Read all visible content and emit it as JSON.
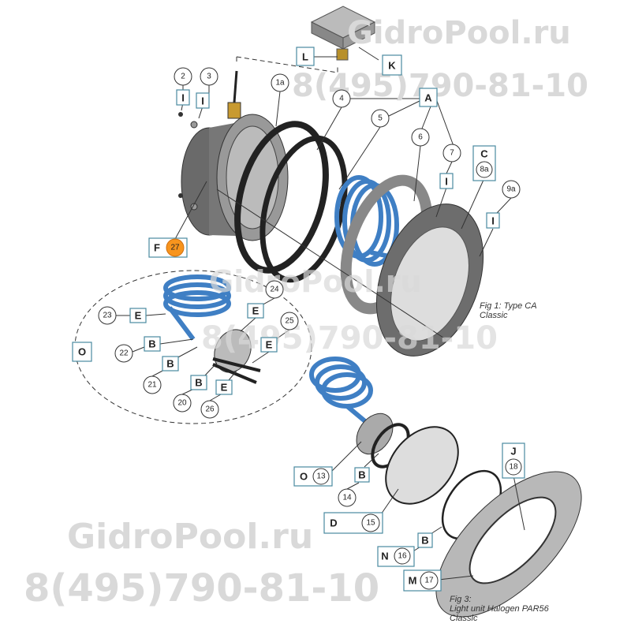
{
  "watermark": {
    "site": "GidroPool.ru",
    "phone": "8(495)790-81-10"
  },
  "figures": {
    "fig1": {
      "line1": "Fig 1: Type CA",
      "line2": "Classic"
    },
    "fig3": {
      "line1": "Fig 3:",
      "line2": "Light unit Halogen PAR56",
      "line3": "Classic"
    }
  },
  "callouts": {
    "n2": "2",
    "n3": "3",
    "n1a": "1a",
    "n4": "4",
    "n5": "5",
    "n6": "6",
    "n7": "7",
    "n8a": "8a",
    "n9a": "9a",
    "n27": "27",
    "n23": "23",
    "n24": "24",
    "n25": "25",
    "n22": "22",
    "n21": "21",
    "n20": "20",
    "n26": "26",
    "n13": "13",
    "n14": "14",
    "n15": "15",
    "n16": "16",
    "n17": "17",
    "n18": "18"
  },
  "groups": {
    "A": "A",
    "B": "B",
    "C": "C",
    "D": "D",
    "E": "E",
    "F": "F",
    "I": "I",
    "J": "J",
    "K": "K",
    "L": "L",
    "M": "M",
    "N": "N",
    "O": "O"
  },
  "colors": {
    "highlight": "#f7941d",
    "frame": "#4a8aa0",
    "cable": "#3f7fc4"
  }
}
